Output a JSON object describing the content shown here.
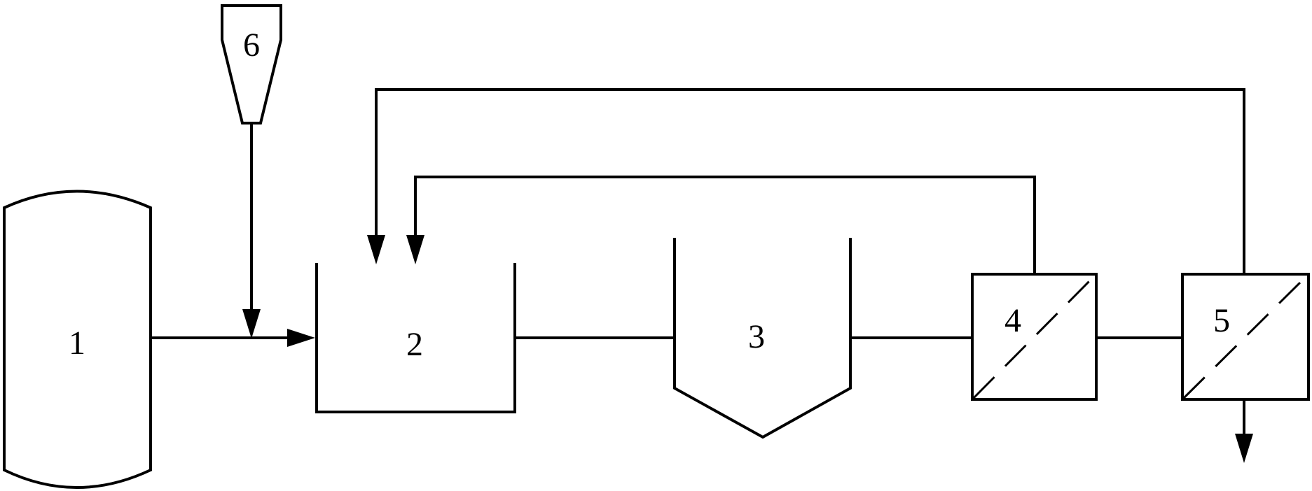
{
  "labels": {
    "unit_1": "1",
    "unit_2": "2",
    "unit_3": "3",
    "unit_4": "4",
    "unit_5": "5",
    "unit_6": "6"
  },
  "colors": {
    "stroke": "#000000",
    "background": "#ffffff"
  }
}
